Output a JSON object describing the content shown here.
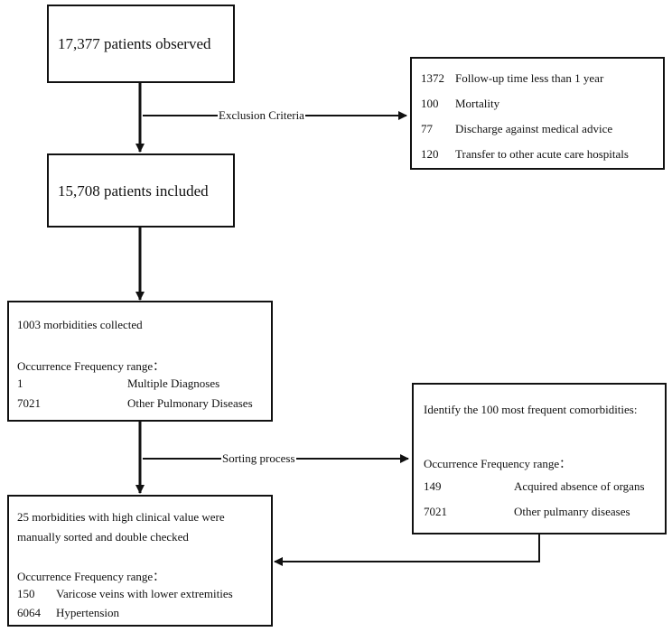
{
  "box_observed": {
    "text": "17,377 patients observed"
  },
  "exclusion": {
    "label": "Exclusion Criteria",
    "items": [
      {
        "count": "1372",
        "reason": "Follow-up time less than 1 year"
      },
      {
        "count": "100",
        "reason": "Mortality"
      },
      {
        "count": "77",
        "reason": "Discharge against medical advice"
      },
      {
        "count": "120",
        "reason": "Transfer to other acute care hospitals"
      }
    ]
  },
  "box_included": {
    "text": "15,708 patients included"
  },
  "box_collected": {
    "title": "1003 morbidities collected",
    "range_label": "Occurrence Frequency range：",
    "rows": [
      {
        "value": "1",
        "label": "Multiple Diagnoses"
      },
      {
        "value": "7021",
        "label": "Other Pulmonary Diseases"
      }
    ]
  },
  "sorting": {
    "label": "Sorting process"
  },
  "box_top100": {
    "title": "Identify the 100 most frequent comorbidities:",
    "range_label": "Occurrence Frequency range：",
    "rows": [
      {
        "value": "149",
        "label": "Acquired absence of organs"
      },
      {
        "value": "7021",
        "label": "Other pulmanry diseases"
      }
    ]
  },
  "box_sorted": {
    "title_line1": "25 morbidities with high clinical value were",
    "title_line2": "manually sorted and double checked",
    "range_label": "Occurrence Frequency range：",
    "rows": [
      {
        "value": "150",
        "label": "Varicose veins with lower extremities"
      },
      {
        "value": "6064",
        "label": "Hypertension"
      }
    ]
  }
}
